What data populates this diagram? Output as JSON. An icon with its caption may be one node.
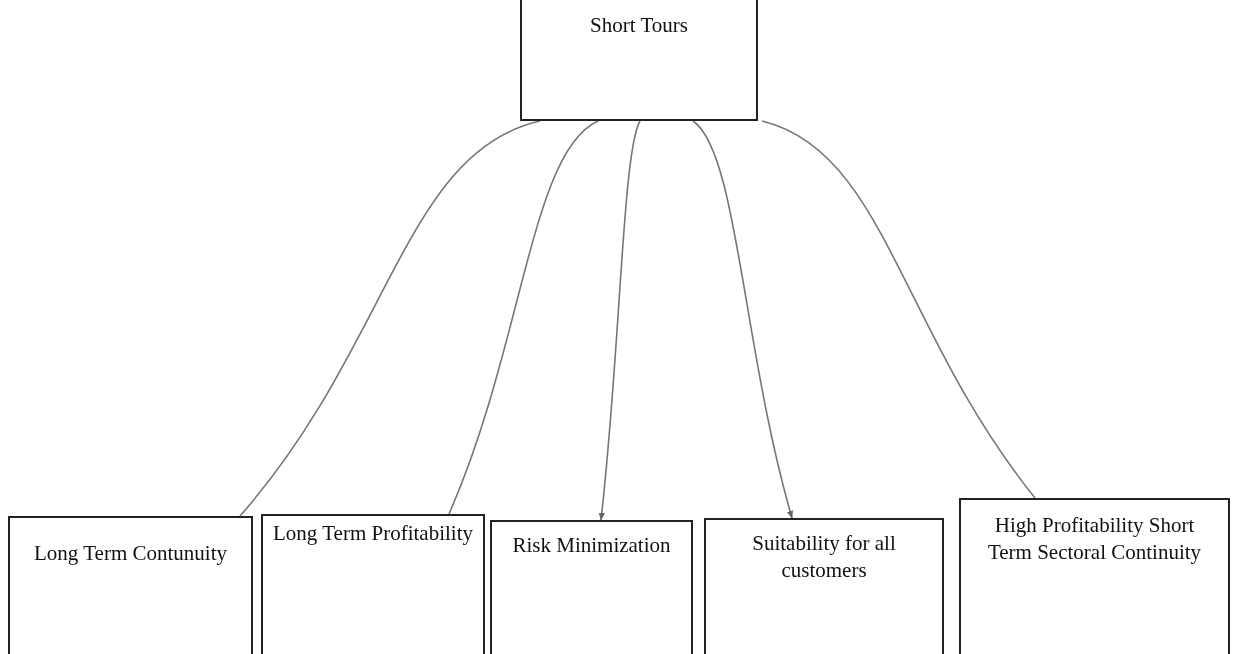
{
  "diagram": {
    "nodes": [
      {
        "text": [
          "Short Tours"
        ]
      },
      {
        "text": [
          "Long Term Contunuity"
        ]
      },
      {
        "text": [
          "Long Term Profitability"
        ]
      },
      {
        "text": [
          "Risk Minimization"
        ]
      },
      {
        "text": [
          "Suitability for all customers"
        ]
      },
      {
        "text": [
          "High Profitability Short Term Sectoral Continuity"
        ]
      }
    ],
    "edges": [
      {
        "from": 0,
        "to": 1,
        "arrow": "none"
      },
      {
        "from": 0,
        "to": 2,
        "arrow": "none"
      },
      {
        "from": 0,
        "to": 3,
        "arrow": "to"
      },
      {
        "from": 0,
        "to": 4,
        "arrow": "to"
      },
      {
        "from": 0,
        "to": 5,
        "arrow": "none"
      }
    ]
  }
}
